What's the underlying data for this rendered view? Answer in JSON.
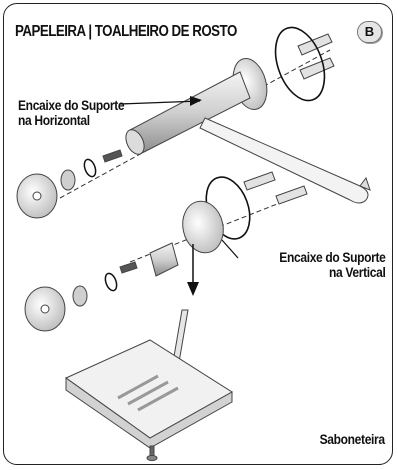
{
  "title": "PAPELEIRA | TOALHEIRO DE ROSTO",
  "badge": "B",
  "labels": {
    "horizontal_line1": "Encaixe do Suporte",
    "horizontal_line2": "na Horizontal",
    "vertical_line1": "Encaixe do Suporte",
    "vertical_line2": "na Vertical",
    "soap_dish": "Saboneteira"
  },
  "colors": {
    "frame": "#222222",
    "part_fill": "#eeeeee",
    "part_stroke": "#444444",
    "arrow": "#111111"
  }
}
